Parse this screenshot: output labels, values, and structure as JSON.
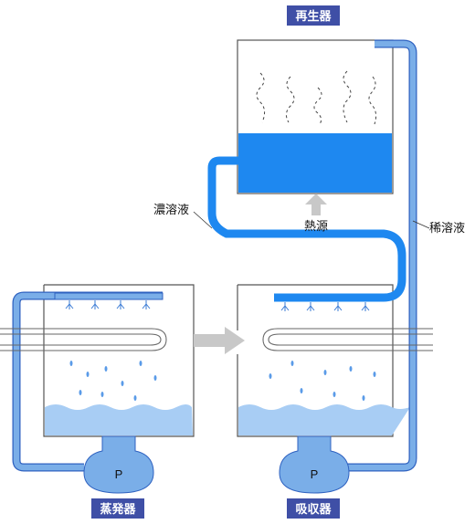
{
  "labels": {
    "regenerator": "再生器",
    "evaporator": "蒸発器",
    "absorber": "吸収器",
    "concentrated_solution": "濃溶液",
    "dilute_solution": "稀溶液",
    "heat_source": "熱源",
    "pump_left": "P",
    "pump_right": "P"
  },
  "colors": {
    "tag_bg": "#3f4fa6",
    "pipe_blue": "#7aaee8",
    "pipe_edge": "#2f62c0",
    "liquid_light": "#a8cdf4",
    "liquid_dark": "#1e88f0",
    "arrow_gray": "#c8c8c8"
  }
}
